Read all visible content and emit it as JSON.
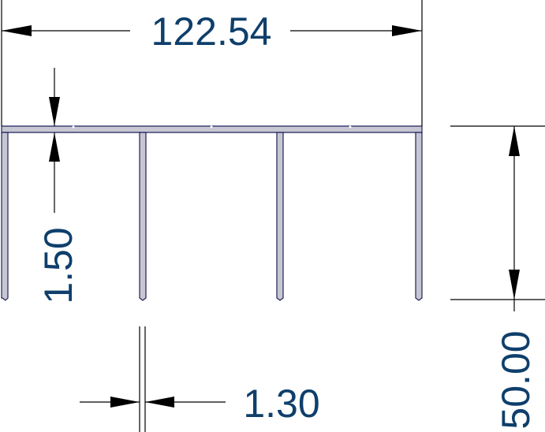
{
  "dimensions": {
    "overall_width": "122.54",
    "wall_thickness": "1.50",
    "rib_thickness": "1.30",
    "overall_height": "50.00"
  },
  "colors": {
    "dimension_text": "#0f3f6b",
    "profile_fill": "#c7c7d3",
    "profile_outline": "#1f1f5a",
    "dimension_lines": "#000000"
  }
}
